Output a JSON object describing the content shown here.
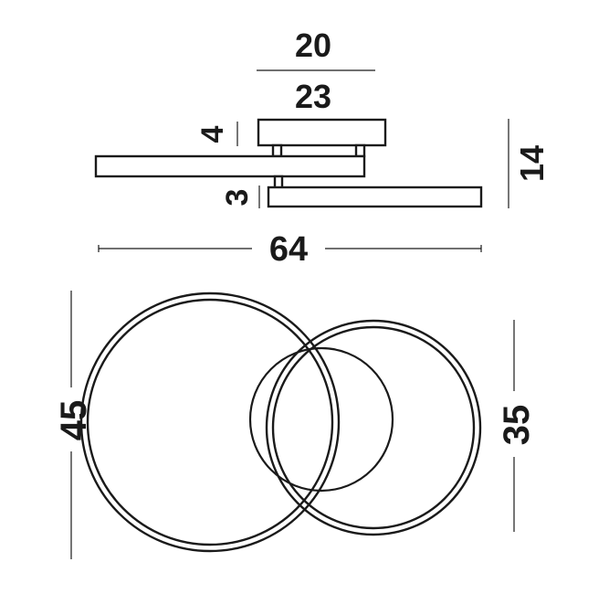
{
  "dimensions": {
    "top_width_inner": "20",
    "top_width_outer": "23",
    "canopy_height": "4",
    "ring_thickness": "3",
    "total_height": "14",
    "total_width": "64",
    "large_ring_diameter": "45",
    "small_ring_diameter": "35"
  },
  "colors": {
    "line": "#1a1a1a",
    "background": "#ffffff"
  }
}
